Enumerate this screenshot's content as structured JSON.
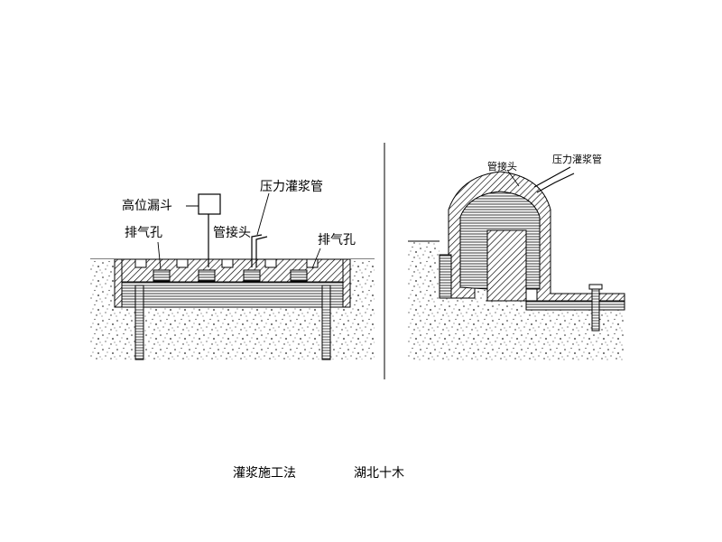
{
  "left_diagram": {
    "funnel_label": "高位漏斗",
    "pressure_pipe_label": "压力灌浆管",
    "joint_label": "管接头",
    "vent_label_left": "排气孔",
    "vent_label_right": "排气孔"
  },
  "right_diagram": {
    "joint_label": "管接头",
    "pressure_pipe_label": "压力灌浆管"
  },
  "caption": {
    "title": "灌浆施工法",
    "org": "湖北十木"
  }
}
